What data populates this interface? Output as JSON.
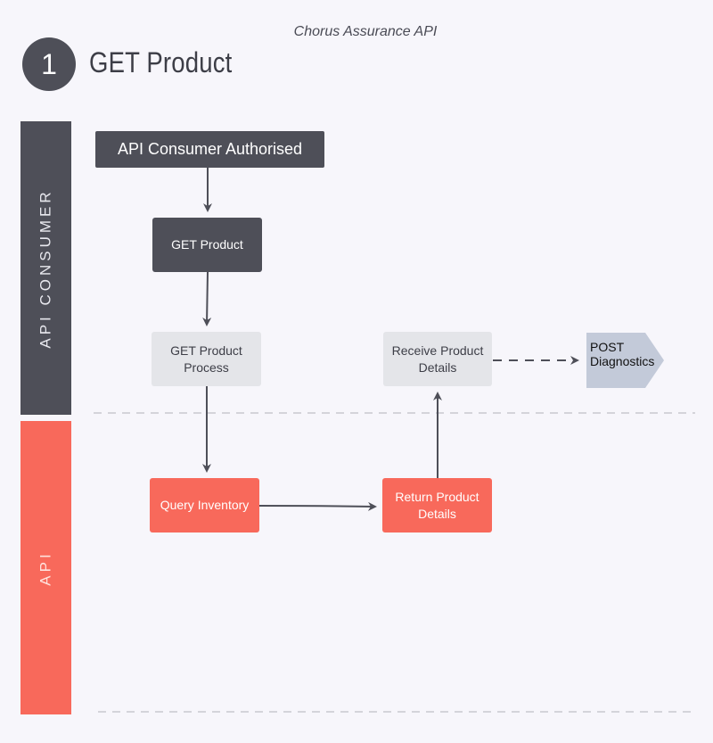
{
  "header": {
    "subtitle": "Chorus Assurance API",
    "step_number": "1",
    "title": "GET Product"
  },
  "lanes": [
    {
      "id": "consumer",
      "label": "API CONSUMER"
    },
    {
      "id": "api",
      "label": "API"
    }
  ],
  "nodes": {
    "consumer_authorised": "API Consumer Authorised",
    "get_product": "GET Product",
    "get_product_process": "GET Product Process",
    "receive_product_details": "Receive Product Details",
    "post_diagnostics": "POST Diagnostics",
    "query_inventory": "Query Inventory",
    "return_product_details": "Return Product Details"
  },
  "colors": {
    "dark": "#4e4f58",
    "accent": "#f8695b",
    "light": "#e4e5e9",
    "offpage": "#c3cad9",
    "background": "#f7f6fb"
  }
}
